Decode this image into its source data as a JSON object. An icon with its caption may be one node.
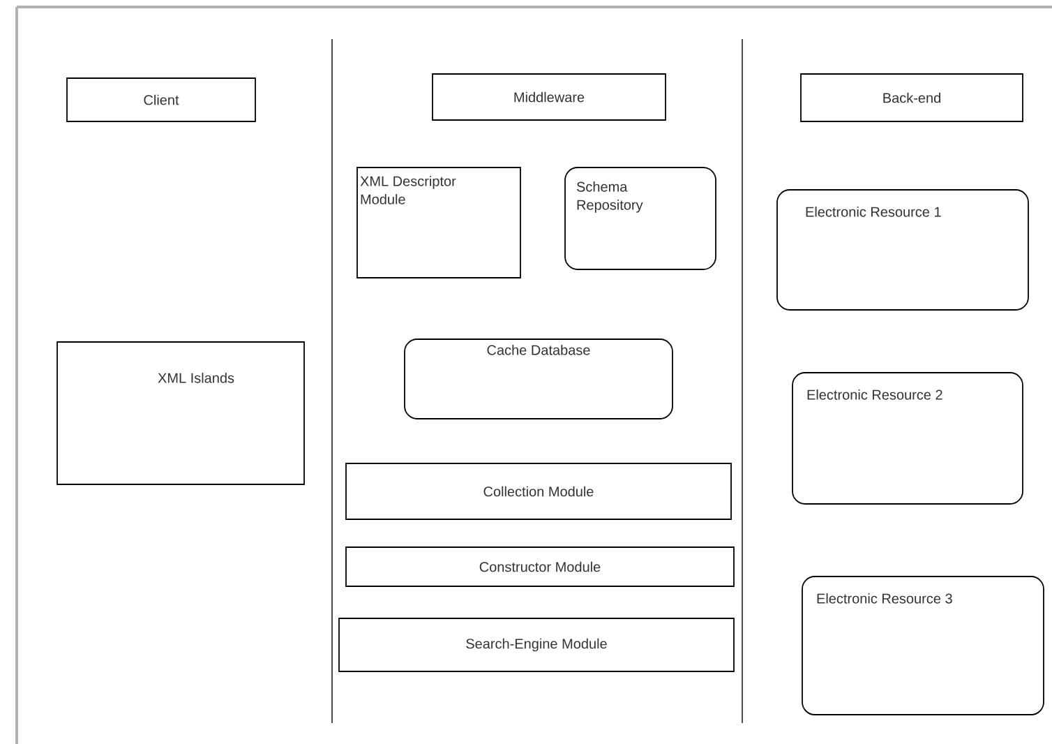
{
  "diagram": {
    "nodes": [
      {
        "text": [
          "Client"
        ]
      },
      {
        "text": [
          "Middleware"
        ]
      },
      {
        "text": [
          "Back-end"
        ]
      },
      {
        "text": [
          "XML Islands"
        ]
      },
      {
        "text": [
          "XML Descriptor Module"
        ]
      },
      {
        "text": [
          "Schema Repository"
        ]
      },
      {
        "text": [
          "Cache Database"
        ]
      },
      {
        "text": [
          "Collection Module"
        ]
      },
      {
        "text": [
          "Constructor Module"
        ]
      },
      {
        "text": [
          "Search-Engine Module"
        ]
      },
      {
        "text": [
          "Electronic Resource 1"
        ]
      },
      {
        "text": [
          "Electronic Resource 2"
        ]
      },
      {
        "text": [
          "Electronic Resource 3"
        ]
      }
    ]
  }
}
